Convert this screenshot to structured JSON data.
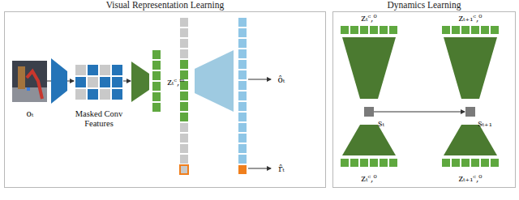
{
  "diagram": {
    "nodes": [
      {
        "text": [
          "Visual Representation Learning"
        ]
      },
      {
        "text": [
          "Dynamics Learning"
        ]
      }
    ],
    "labels": [
      "oₜ",
      "Masked Conv Features",
      "zₜᶜ,ᵐ",
      "ôₜ",
      "r̂ₜ",
      "zₜᶜ,⁰",
      "zₜ₊₁ᶜ,⁰",
      "sₜ",
      "sₜ₊₁",
      "zₜᶜ,⁰",
      "zₜ₊₁ᶜ,⁰"
    ]
  }
}
